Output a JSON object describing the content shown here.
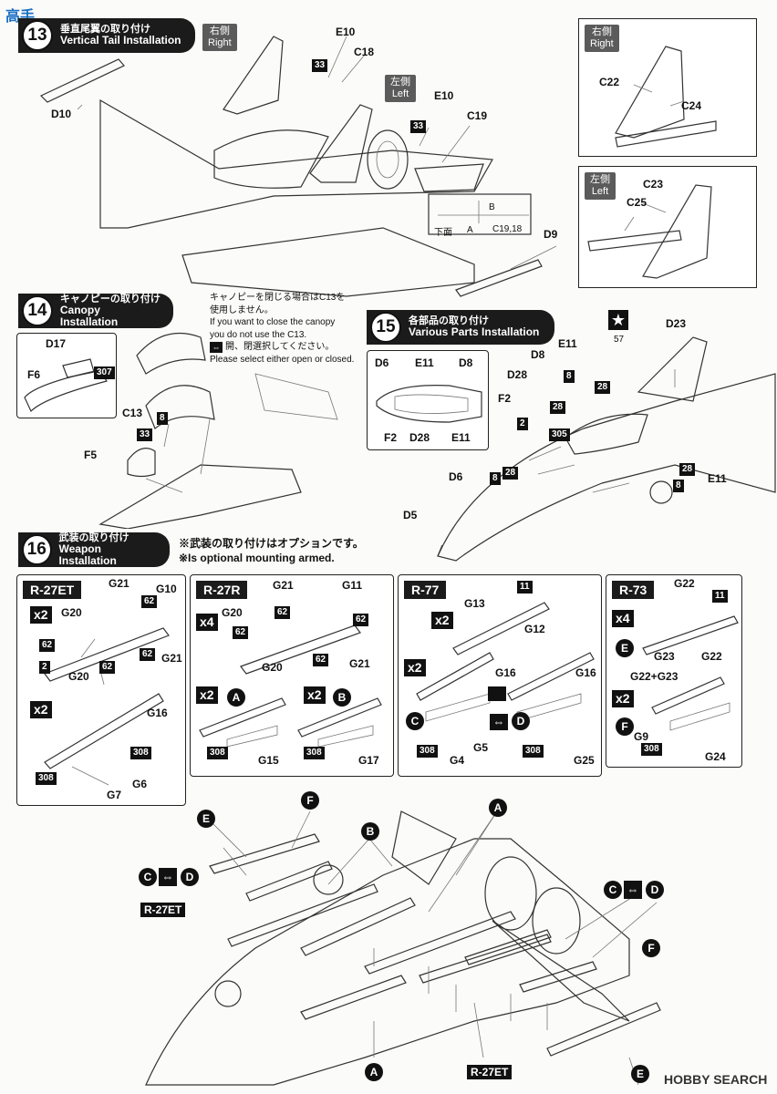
{
  "watermark_top": "高手",
  "watermark_bottom": "HOBBY SEARCH",
  "step13": {
    "number": "13",
    "title_jp": "垂直尾翼の取り付け",
    "title_en": "Vertical Tail Installation",
    "right_jp": "右側",
    "right_en": "Right",
    "left_jp": "左側",
    "left_en": "Left",
    "parts": [
      "D10",
      "E10",
      "C18",
      "33",
      "E10",
      "33",
      "C19",
      "D9"
    ],
    "inset_b": "B",
    "inset_a": "A",
    "inset_under": "下面",
    "inset_parts": "C19,18"
  },
  "step13_right_inset": {
    "right_jp": "右側",
    "right_en": "Right",
    "parts": [
      "C22",
      "C24"
    ]
  },
  "step13_left_inset": {
    "left_jp": "左側",
    "left_en": "Left",
    "parts": [
      "C23",
      "C25"
    ]
  },
  "step14": {
    "number": "14",
    "title_jp": "キャノピーの取り付け",
    "title_en": "Canopy Installation",
    "note_jp1": "キャノピーを閉じる場合はC13を",
    "note_jp2": "使用しません。",
    "note_en1": "If you want to close the canopy",
    "note_en2": "you do not use the C13.",
    "note_jp3": "開、閉選択してください。",
    "note_en3": "Please select either open or closed.",
    "parts": [
      "D17",
      "307",
      "F6",
      "C13",
      "8",
      "33",
      "F5"
    ]
  },
  "step15": {
    "number": "15",
    "title_jp": "各部品の取り付け",
    "title_en": "Various Parts Installation",
    "inset_parts": [
      "D6",
      "E11",
      "D8",
      "F2",
      "D28",
      "E11"
    ],
    "parts": [
      "57",
      "D23",
      "E11",
      "D8",
      "D28",
      "8",
      "28",
      "F2",
      "2",
      "28",
      "305",
      "D6",
      "8",
      "28",
      "28",
      "E11",
      "8",
      "D5"
    ]
  },
  "step16": {
    "number": "16",
    "title_jp": "武装の取り付け",
    "title_en": "Weapon Installation",
    "note_jp": "※武装の取り付けはオプションです。",
    "note_en": "※Is optional mounting armed."
  },
  "weapons": {
    "r27et": {
      "title": "R-27ET",
      "qty1": "x2",
      "qty2": "x2",
      "parts": [
        "G21",
        "G10",
        "G20",
        "62",
        "62",
        "62",
        "62",
        "G21",
        "2",
        "G20",
        "G16",
        "308",
        "308",
        "G6",
        "G7"
      ]
    },
    "r27r": {
      "title": "R-27R",
      "qty1": "x4",
      "qty2": "x2",
      "qty3": "x2",
      "parts": [
        "G21",
        "G11",
        "G20",
        "62",
        "62",
        "62",
        "62",
        "G21",
        "G20",
        "308",
        "G15",
        "308",
        "G17"
      ],
      "c1": "A",
      "c2": "B"
    },
    "r77": {
      "title": "R-77",
      "qty1": "x2",
      "qty2": "x2",
      "parts": [
        "11",
        "G13",
        "G12",
        "G16",
        "G16",
        "308",
        "G4",
        "G5",
        "308",
        "G25"
      ],
      "c1": "C",
      "c2": "D"
    },
    "r73": {
      "title": "R-73",
      "qty1": "x4",
      "qty2": "x2",
      "parts": [
        "G22",
        "11",
        "G23",
        "G22",
        "G22+G23",
        "308",
        "G9",
        "G24"
      ],
      "c1": "E",
      "c2": "F"
    }
  },
  "assembly": {
    "circles": [
      "E",
      "F",
      "B",
      "A",
      "C",
      "D",
      "C",
      "D",
      "F",
      "A",
      "E"
    ],
    "labels": [
      "R-27ET",
      "R-27ET"
    ]
  }
}
